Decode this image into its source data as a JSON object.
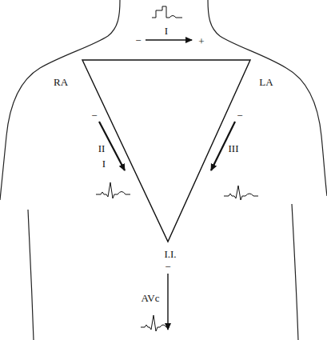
{
  "diagram": {
    "labels": [
      "RA",
      "−",
      "I",
      "+",
      "LA",
      "−",
      "II",
      "I",
      "−",
      "III",
      "I.I.",
      "−",
      "AVc"
    ]
  }
}
